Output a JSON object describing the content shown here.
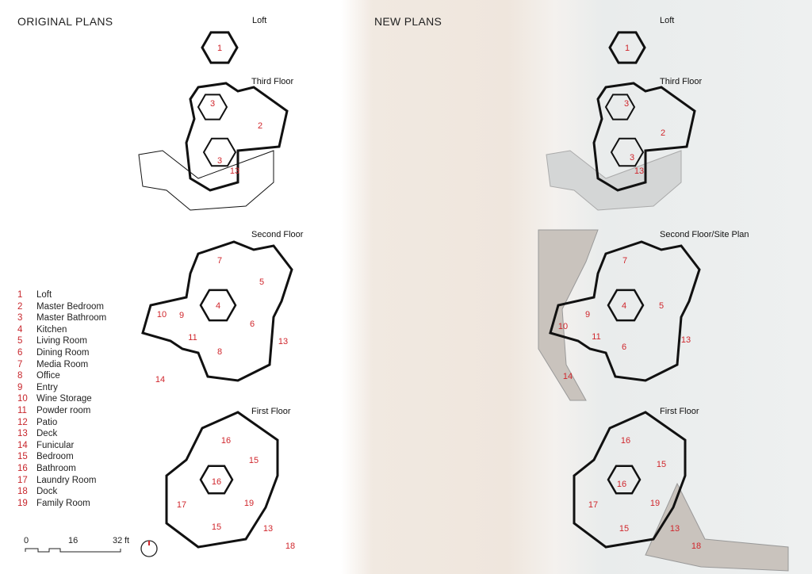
{
  "headings": {
    "original": "ORIGINAL PLANS",
    "new": "NEW PLANS"
  },
  "floor_labels": {
    "original": {
      "loft": "Loft",
      "third": "Third Floor",
      "second": "Second Floor",
      "first": "First Floor"
    },
    "new": {
      "loft": "Loft",
      "third": "Third Floor",
      "second": "Second Floor/Site Plan",
      "first": "First Floor"
    }
  },
  "legend": [
    {
      "num": "1",
      "label": "Loft"
    },
    {
      "num": "2",
      "label": "Master Bedroom"
    },
    {
      "num": "3",
      "label": "Master Bathroom"
    },
    {
      "num": "4",
      "label": "Kitchen"
    },
    {
      "num": "5",
      "label": "Living Room"
    },
    {
      "num": "6",
      "label": "Dining Room"
    },
    {
      "num": "7",
      "label": "Media Room"
    },
    {
      "num": "8",
      "label": "Office"
    },
    {
      "num": "9",
      "label": "Entry"
    },
    {
      "num": "10",
      "label": "Wine Storage"
    },
    {
      "num": "11",
      "label": "Powder room"
    },
    {
      "num": "12",
      "label": "Patio"
    },
    {
      "num": "13",
      "label": "Deck"
    },
    {
      "num": "14",
      "label": "Funicular"
    },
    {
      "num": "15",
      "label": "Bedroom"
    },
    {
      "num": "16",
      "label": "Bathroom"
    },
    {
      "num": "17",
      "label": "Laundry Room"
    },
    {
      "num": "18",
      "label": "Dock"
    },
    {
      "num": "19",
      "label": "Family Room"
    }
  ],
  "room_tags": {
    "original": [
      "1",
      "3",
      "2",
      "3",
      "13",
      "7",
      "5",
      "4",
      "10",
      "9",
      "6",
      "11",
      "13",
      "8",
      "14",
      "16",
      "15",
      "16",
      "19",
      "17",
      "15",
      "13",
      "18"
    ],
    "new": [
      "1",
      "3",
      "2",
      "3",
      "13",
      "7",
      "4",
      "5",
      "10",
      "9",
      "11",
      "6",
      "13",
      "14",
      "16",
      "15",
      "16",
      "19",
      "17",
      "15",
      "13",
      "18"
    ]
  },
  "scale_bar": {
    "ticks": [
      "0",
      "16",
      "32"
    ],
    "unit": "ft"
  },
  "north_arrow": "north-arrow-icon",
  "colors": {
    "room_number": "#d0262c",
    "wall": "#111111",
    "deck_fill": "#c9c3bd"
  }
}
